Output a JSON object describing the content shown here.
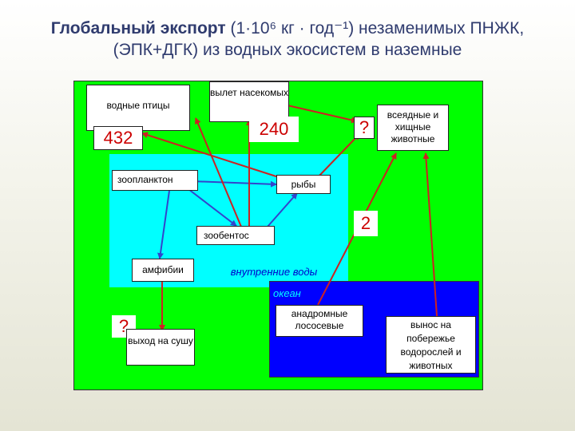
{
  "title": {
    "bold": "Глобальный экспорт",
    "line1_rest": " (1·10⁶ кг · год⁻¹) незаменимых ПНЖК,",
    "line2": "(ЭПК+ДГК) из водных экосистем в наземные"
  },
  "nodes": {
    "water_birds": "водные птицы",
    "insects": "вылет насекомых",
    "omnivores": "всеядные и хищные животные",
    "zooplankton": "зоопланктон",
    "fish": "рыбы",
    "zoobenthos": "зообентос",
    "amphibians": "амфибии",
    "land_exit": "выход на сушу",
    "salmon": "анадромные лососевые",
    "coast": "вынос на побережье водорослей и животных"
  },
  "regions": {
    "inland": "внутренние воды",
    "ocean": "океан"
  },
  "values": {
    "birds": "432",
    "insects": "240",
    "omnivores": "?",
    "fish_out": "2",
    "amphibians_out": "?"
  },
  "colors": {
    "land": "#00ff00",
    "inland_water": "#00ffff",
    "ocean": "#0000ff",
    "red_arrow": "#cc2222",
    "blue_arrow": "#3344cc",
    "number": "#cc0000"
  }
}
